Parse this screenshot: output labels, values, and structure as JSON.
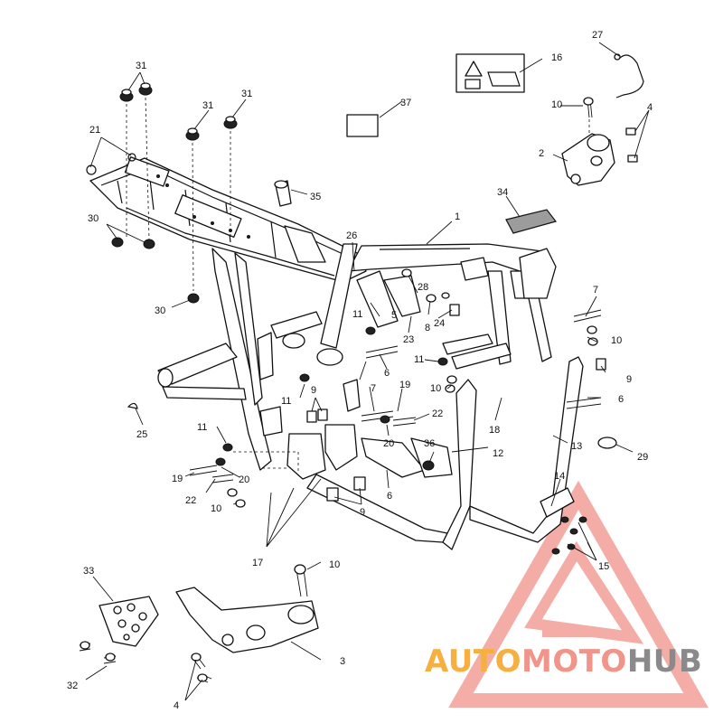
{
  "diagram": {
    "callouts": [
      "1",
      "2",
      "3",
      "4",
      "4",
      "5",
      "6",
      "6",
      "6",
      "7",
      "7",
      "8",
      "9",
      "9",
      "9",
      "10",
      "10",
      "10",
      "10",
      "10",
      "11",
      "11",
      "11",
      "11",
      "12",
      "13",
      "14",
      "15",
      "16",
      "17",
      "18",
      "19",
      "19",
      "20",
      "20",
      "21",
      "22",
      "22",
      "23",
      "24",
      "25",
      "26",
      "27",
      "28",
      "29",
      "30",
      "30",
      "31",
      "31",
      "31",
      "32",
      "33",
      "34",
      "35",
      "36",
      "37"
    ]
  },
  "watermark": {
    "part1": "AUTO",
    "part2": "MOTO",
    "part3": "HUB",
    "colors": {
      "part1": "#f5b041",
      "part2": "#f1948a",
      "part3": "#8a8a8a",
      "triangle": "#e74c3c"
    }
  }
}
